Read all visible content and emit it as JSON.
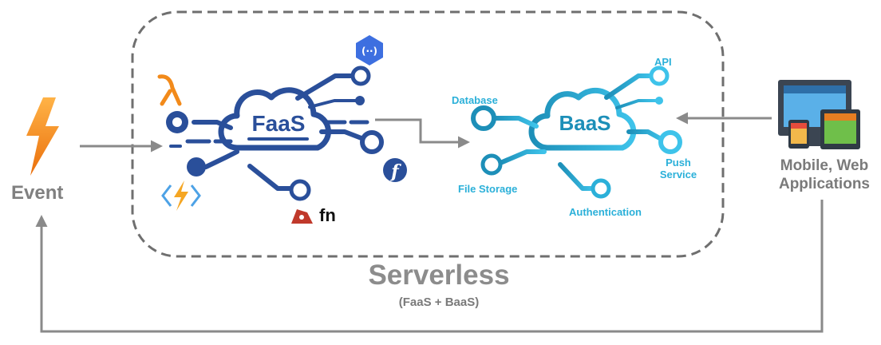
{
  "event": {
    "label": "Event"
  },
  "clients": {
    "label": "Mobile, Web Applications"
  },
  "serverless": {
    "title": "Serverless",
    "subtitle": "(FaaS + BaaS)"
  },
  "faas": {
    "label": "FaaS"
  },
  "baas": {
    "label": "BaaS",
    "services": {
      "database": "Database",
      "api": "API",
      "push": "Push Service",
      "file_storage": "File Storage",
      "authentication": "Authentication"
    }
  },
  "providers": {
    "fn_label": "fn"
  },
  "colors": {
    "faas": "#2a4f9a",
    "faas_dark": "#1f3f86",
    "baas": "#2bb0d9",
    "baas_dark": "#1d8fb8",
    "arrow": "#8a8a8a",
    "border": "#6f6f6f",
    "lightning": "#f08c1e",
    "lambda": "#f28a1a",
    "gcp": "#3d6fe0",
    "azure_functions": "#f5a623",
    "azure_bracket": "#4da2e6",
    "fn_project": "#c0392b"
  },
  "icons": {
    "event": "lightning-bolt-icon",
    "clients": "devices-icon",
    "aws": "aws-lambda-icon",
    "gcp": "google-cloud-functions-icon",
    "azure": "azure-functions-icon",
    "fission": "fission-icon",
    "fn": "fn-project-icon"
  }
}
